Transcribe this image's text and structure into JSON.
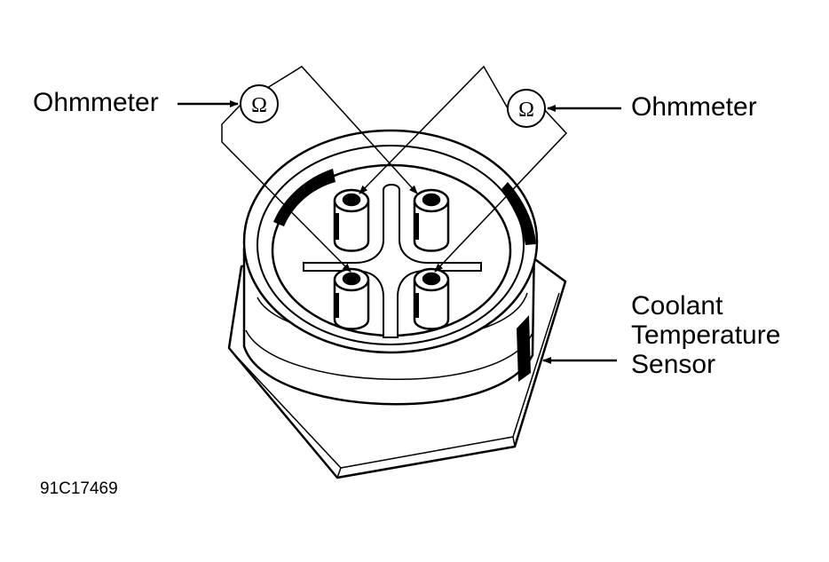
{
  "labels": {
    "ohmmeter_left": "Ohmmeter",
    "ohmmeter_right": "Ohmmeter",
    "sensor_line1": "Coolant",
    "sensor_line2": "Temperature",
    "sensor_line3": "Sensor",
    "figure_code": "91C17469"
  },
  "meter_symbols": {
    "left": "Ω",
    "right": "Ω"
  },
  "colors": {
    "ink": "#000000",
    "paper": "#ffffff"
  }
}
